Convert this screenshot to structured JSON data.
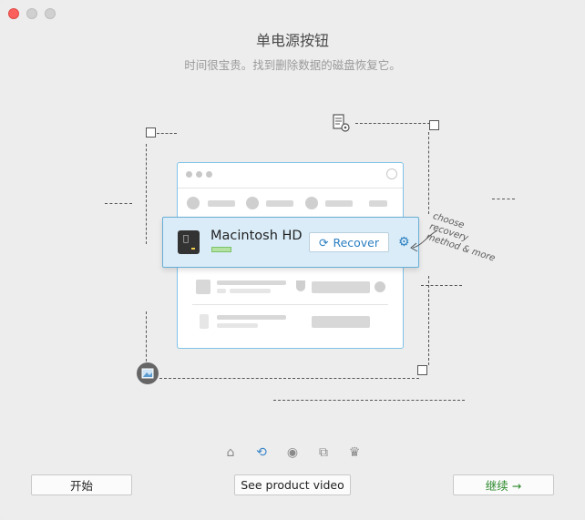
{
  "window": {
    "controls": [
      "close",
      "minimize",
      "zoom"
    ]
  },
  "header": {
    "title": "单电源按钮",
    "subtitle": "时间很宝贵。找到删除数据的磁盘恢复它。"
  },
  "illustration": {
    "highlight": {
      "disk_name": "Macintosh HD",
      "recover_label": "Recover"
    },
    "note_line1": "choose recovery",
    "note_line2": "method & more"
  },
  "nav_icons": [
    "home-icon",
    "refresh-icon",
    "eye-icon",
    "copy-icon",
    "crown-icon"
  ],
  "footer": {
    "start_label": "开始",
    "video_label": "See product video",
    "next_label": "继续 →"
  },
  "colors": {
    "accent": "#2b7fc1",
    "highlight_bg": "#d9ecf8",
    "next_text": "#2e8b2e"
  }
}
